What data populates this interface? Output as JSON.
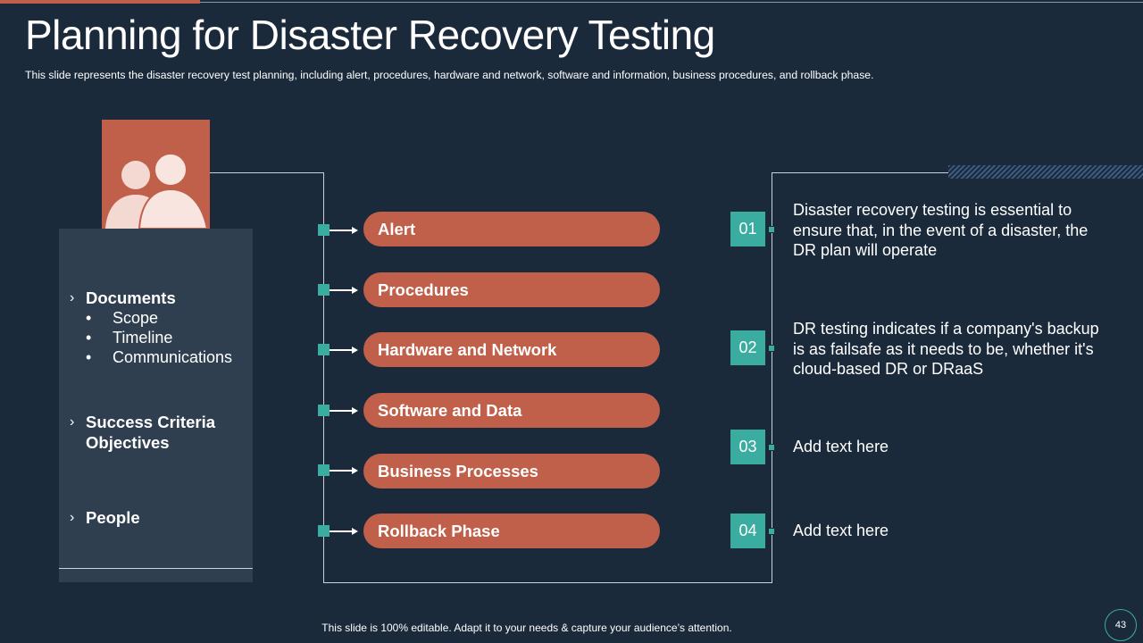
{
  "header": {
    "title": "Planning for Disaster Recovery Testing",
    "subtitle": "This slide represents the disaster recovery  test planning, including alert, procedures, hardware and network, software and information, business procedures, and rollback phase."
  },
  "left_panel": {
    "groups": [
      {
        "title": "Documents",
        "items": [
          "Scope",
          "Timeline",
          "Communications"
        ]
      },
      {
        "title": "Success Criteria Objectives",
        "items": []
      },
      {
        "title": "People",
        "items": []
      }
    ]
  },
  "phases": [
    "Alert",
    "Procedures",
    "Hardware and Network",
    "Software and Data",
    "Business Processes",
    "Rollback Phase"
  ],
  "notes": [
    {
      "number": "01",
      "text": "Disaster recovery testing is essential to ensure that, in the event of a disaster, the DR plan will operate"
    },
    {
      "number": "02",
      "text": "DR testing indicates if a company's backup is as failsafe as it needs to be, whether it's cloud-based DR or DRaaS"
    },
    {
      "number": "03",
      "text": "Add text here"
    },
    {
      "number": "04",
      "text": "Add text here"
    }
  ],
  "footer": {
    "text": "This slide is 100% editable. Adapt it to your needs & capture your audience’s attention.",
    "page_number": "43"
  },
  "colors": {
    "background": "#1b2a3b",
    "accent": "#c0604a",
    "teal": "#3aada0",
    "panel": "#2f3f50"
  },
  "icons": {
    "avatar": "people-icon"
  }
}
